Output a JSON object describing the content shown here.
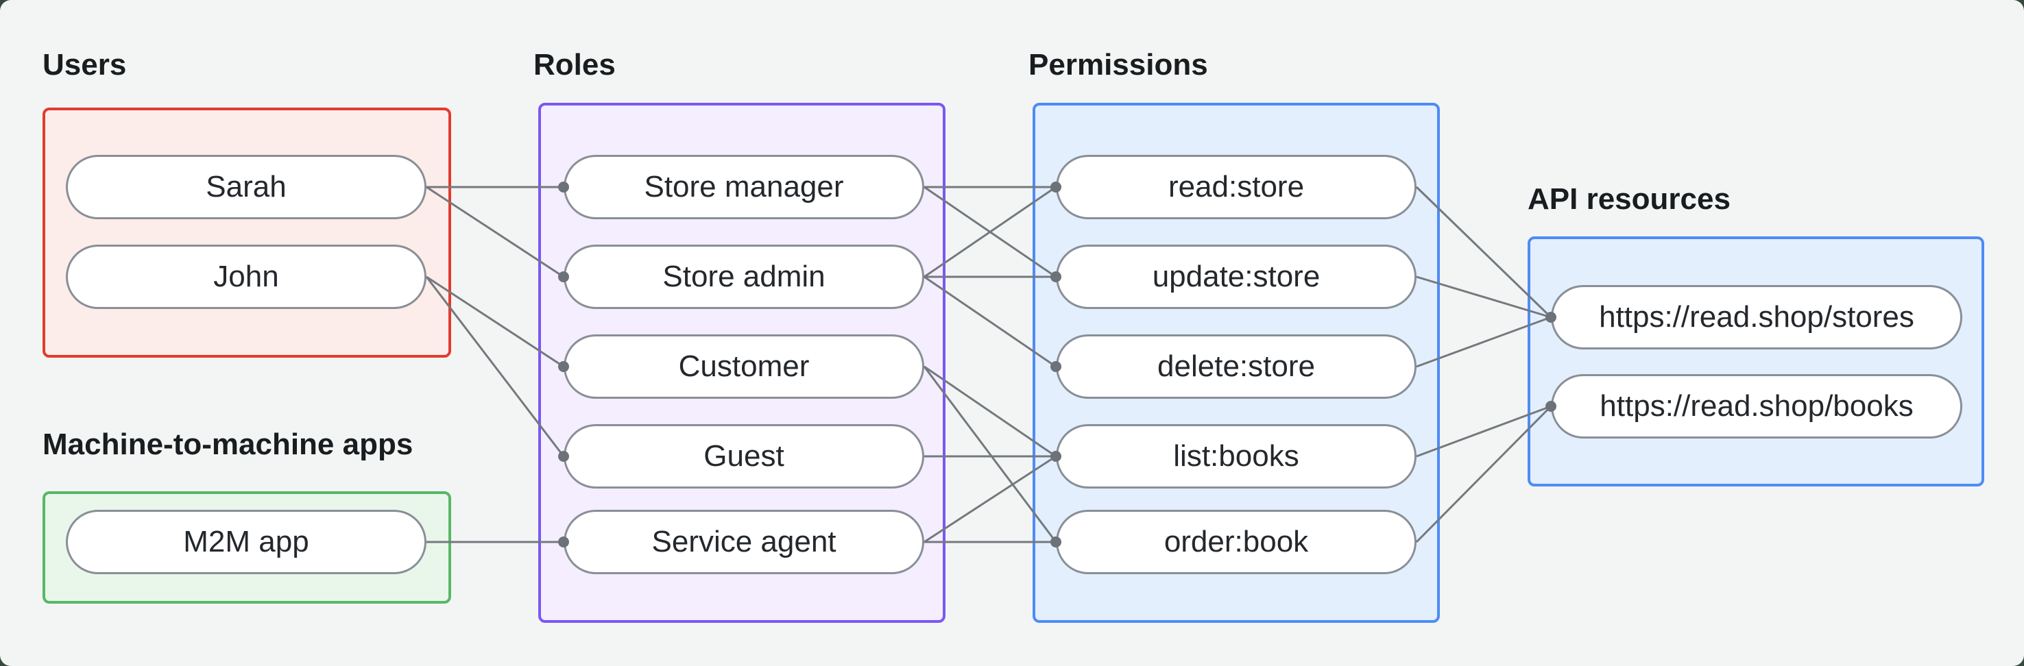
{
  "groups": {
    "users": {
      "label": "Users",
      "accent": "#e23b2e",
      "fill": "#fdedea"
    },
    "machine_to_machine": {
      "label": "Machine-to-machine apps",
      "accent": "#58b768",
      "fill": "#e9f7ea"
    },
    "roles": {
      "label": "Roles",
      "accent": "#7b57f6",
      "fill": "#f4eefe"
    },
    "permissions": {
      "label": "Permissions",
      "accent": "#4d8cf6",
      "fill": "#e3effd"
    },
    "api_resources": {
      "label": "API resources",
      "accent": "#4d8cf6",
      "fill": "#e3effd"
    }
  },
  "nodes": {
    "sarah": "Sarah",
    "john": "John",
    "m2m_app": "M2M app",
    "store_manager": "Store manager",
    "store_admin": "Store admin",
    "customer": "Customer",
    "guest": "Guest",
    "service_agent": "Service agent",
    "read_store": "read:store",
    "update_store": "update:store",
    "delete_store": "delete:store",
    "list_books": "list:books",
    "order_book": "order:book",
    "api_stores": "https://read.shop/stores",
    "api_books": "https://read.shop/books"
  },
  "edges": [
    [
      "sarah",
      "store_manager"
    ],
    [
      "sarah",
      "store_admin"
    ],
    [
      "john",
      "customer"
    ],
    [
      "john",
      "guest"
    ],
    [
      "m2m_app",
      "service_agent"
    ],
    [
      "store_manager",
      "read_store"
    ],
    [
      "store_manager",
      "update_store"
    ],
    [
      "store_admin",
      "read_store"
    ],
    [
      "store_admin",
      "update_store"
    ],
    [
      "store_admin",
      "delete_store"
    ],
    [
      "customer",
      "list_books"
    ],
    [
      "customer",
      "order_book"
    ],
    [
      "guest",
      "list_books"
    ],
    [
      "service_agent",
      "list_books"
    ],
    [
      "service_agent",
      "order_book"
    ],
    [
      "read_store",
      "api_stores"
    ],
    [
      "update_store",
      "api_stores"
    ],
    [
      "delete_store",
      "api_stores"
    ],
    [
      "list_books",
      "api_books"
    ],
    [
      "order_book",
      "api_books"
    ]
  ]
}
